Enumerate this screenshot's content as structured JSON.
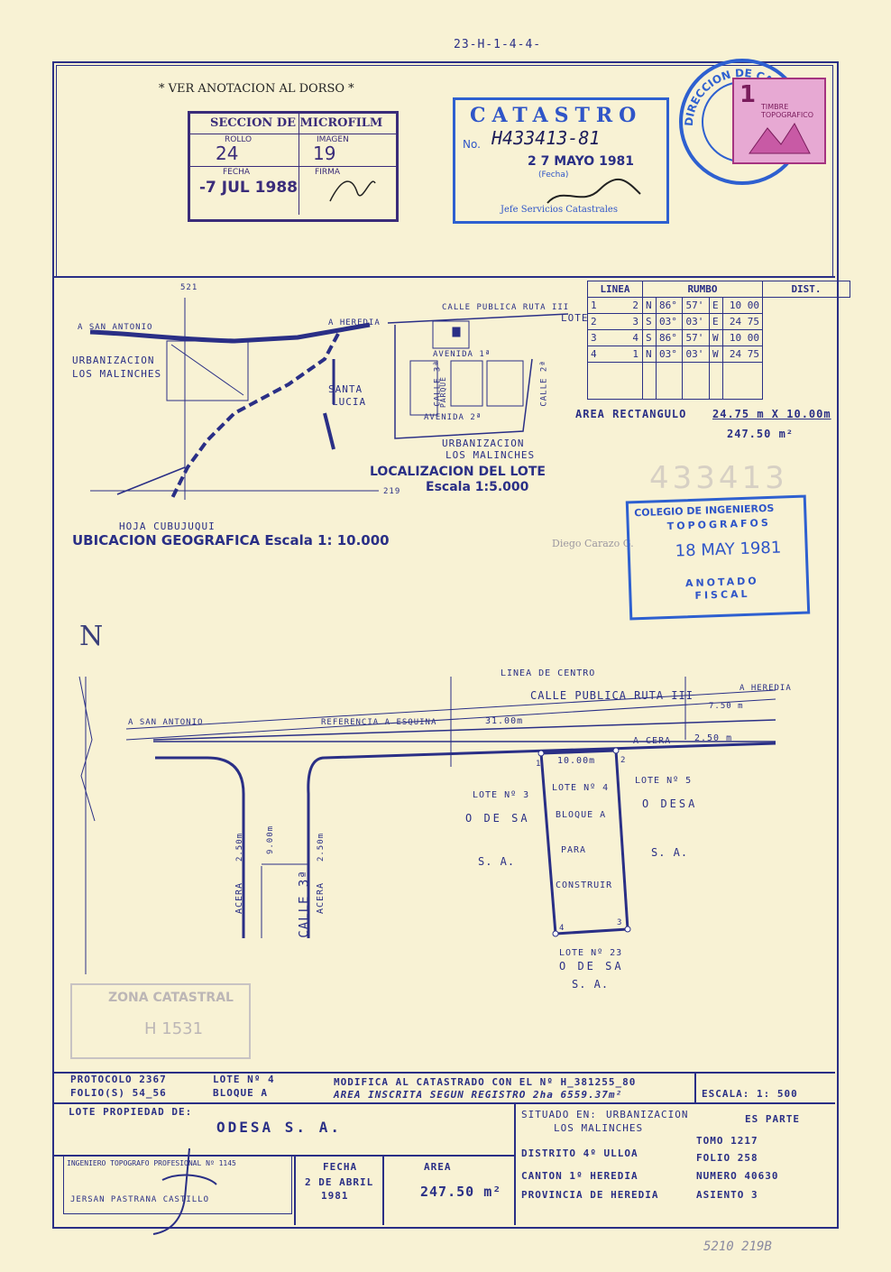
{
  "header": {
    "ref_top": "23-H-1-4-4-",
    "ver_anotacion": "* VER ANOTACION AL DORSO *"
  },
  "microfilm": {
    "title": "SECCION DE MICROFILM",
    "rollo_label": "ROLLO",
    "rollo_value": "24",
    "imagen_label": "IMAGEN",
    "imagen_value": "19",
    "fecha_label": "FECHA",
    "fecha_value": "-7 JUL 1988",
    "firma_label": "FIRMA"
  },
  "catastro": {
    "title": "CATASTRO",
    "no_label": "No.",
    "no_value": "H433413-81",
    "fecha_value": "2 7 MAYO 1981",
    "fecha_label": "(Fecha)",
    "jefe_label": "Jefe Servicios Catastrales"
  },
  "direccion_seal": {
    "text": "DIRECCION DE CATASTRO"
  },
  "timbre": {
    "value": "1",
    "text": "TIMBRE TOPOGRAFICO"
  },
  "rumbo_table": {
    "headers": [
      "LINEA",
      "RUMBO",
      "DIST."
    ],
    "rows": [
      [
        "1",
        "2",
        "N",
        "86°",
        "57'",
        "E",
        "10 00"
      ],
      [
        "2",
        "3",
        "S",
        "03°",
        "03'",
        "E",
        "24 75"
      ],
      [
        "3",
        "4",
        "S",
        "86°",
        "57'",
        "W",
        "10 00"
      ],
      [
        "4",
        "1",
        "N",
        "03°",
        "03'",
        "W",
        "24 75"
      ]
    ]
  },
  "area_rectangulo": {
    "label": "AREA RECTANGULO",
    "formula": "24.75 m X 10.00m",
    "result": "247.50 m²"
  },
  "location_map": {
    "a_san_antonio": "A SAN ANTONIO",
    "a_heredia": "A HEREDIA",
    "urbanizacion": "URBANIZACION",
    "los_malinches": "LOS MALINCHES",
    "santa": "SANTA",
    "lucia": "LUCIA",
    "calle_publica": "CALLE PUBLICA RUTA III",
    "lote": "LOTE",
    "avenida_1": "AVENIDA 1ª",
    "avenida_2": "AVENIDA 2ª",
    "calle_3": "CALLE 3ª",
    "calle_2": "CALLE 2ª",
    "parque": "PARQUE",
    "urb2": "URBANIZACION",
    "malinches2": "LOS MALINCHES",
    "localizacion_title": "LOCALIZACION DEL LOTE",
    "escala_5000": "Escala 1:5.000",
    "hoja": "HOJA CUBUJUQUI",
    "ubicacion_title": "UBICACION GEOGRAFICA Escala 1: 10.000",
    "coord_521": "521",
    "coord_219": "219"
  },
  "colegio": {
    "line1": "COLEGIO DE INGENIEROS",
    "line2": "TOPOGRAFOS",
    "date": "18 MAY 1981",
    "anotado": "ANOTADO",
    "fiscal": "FISCAL"
  },
  "faint": {
    "number": "433413",
    "diego": "Diego Carazo G."
  },
  "plan": {
    "north": "N",
    "linea_centro": "LINEA DE CENTRO",
    "calle_publica": "CALLE PUBLICA RUTA III",
    "a_heredia": "A HEREDIA",
    "a_san_antonio": "A SAN ANTONIO",
    "referencia": "REFERENCIA A ESQUINA",
    "dist_31": "31.00m",
    "dist_750": "7.50 m",
    "acera": "A CERA",
    "dist_250": "2.50 m",
    "dist_1000": "10.00m",
    "lote3_a": "LOTE Nº 3",
    "lote3_b": "O DE SA",
    "lote3_c": "S. A.",
    "lote4_a": "LOTE Nº 4",
    "lote4_b": "BLOQUE A",
    "lote4_c": "PARA",
    "lote4_d": "CONSTRUIR",
    "lote5_a": "LOTE Nº 5",
    "lote5_b": "O DESA",
    "lote5_c": "S. A.",
    "lote23_a": "LOTE Nº 23",
    "lote23_b": "O DE SA",
    "lote23_c": "S. A.",
    "calle_3": "CALLE 3ª",
    "acera_left": "ACERA",
    "acera_right": "ACERA",
    "d250_l": "2.50m",
    "d900": "9.00m",
    "d250_r": "2.50m",
    "v1": "1",
    "v2": "2",
    "v3": "3",
    "v4": "4"
  },
  "zona_catastral": {
    "title": "ZONA CATASTRAL",
    "value": "H 1531"
  },
  "footer": {
    "protocolo": "PROTOCOLO 2367",
    "folios": "FOLIO(S) 54_56",
    "lote_no": "LOTE Nº 4",
    "bloque": "BLOQUE A",
    "modifica": "MODIFICA AL CATASTRADO CON EL Nº H_381255_80",
    "area_inscrita": "AREA INSCRITA SEGUN REGISTRO 2ha 6559.37m²",
    "escala": "ESCALA: 1: 500",
    "lote_propiedad": "LOTE PROPIEDAD DE:",
    "propietario": "ODESA S. A.",
    "situado_label": "SITUADO EN:",
    "situado_1": "URBANIZACION",
    "situado_2": "LOS MALINCHES",
    "es_parte": "ES PARTE",
    "distrito": "DISTRITO 4º ULLOA",
    "canton": "CANTON 1º HEREDIA",
    "provincia": "PROVINCIA DE HEREDIA",
    "tomo": "TOMO 1217",
    "folio": "FOLIO 258",
    "numero": "NUMERO 40630",
    "asiento": "ASIENTO 3",
    "ingeniero": "INGENIERO TOPOGRAFO PROFESIONAL Nº 1145",
    "jersan": "JERSAN PASTRANA CASTILLO",
    "fecha_label": "FECHA",
    "fecha_1": "2 DE ABRIL",
    "fecha_2": "1981",
    "area_label": "AREA",
    "area_value": "247.50 m²",
    "bottom_note": "5210 219B"
  }
}
